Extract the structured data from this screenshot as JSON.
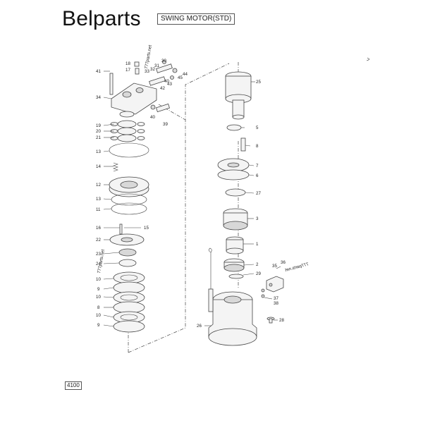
{
  "header": {
    "brand": "Belparts",
    "title": "SWING MOTOR(STD)"
  },
  "footer": {
    "page_code": "4100"
  },
  "watermarks": {
    "left_top": "777parts.net",
    "left_mid": "777parts.net",
    "right": "777parts.net"
  },
  "callouts": {
    "left_column": [
      "41",
      "18",
      "17",
      "34",
      "19",
      "20",
      "21",
      "13",
      "14",
      "12",
      "13",
      "11",
      "16",
      "22",
      "23",
      "24",
      "10",
      "9",
      "10",
      "8",
      "10",
      "9"
    ],
    "right_column": [
      "25",
      "5",
      "8",
      "7",
      "6",
      "27",
      "3",
      "1",
      "2",
      "29",
      "35",
      "36",
      "37",
      "38",
      "28",
      "26"
    ],
    "top_cluster": [
      "30",
      "31",
      "32",
      "33",
      "40",
      "42",
      "43",
      "44",
      "45",
      "40",
      "39",
      "15"
    ]
  }
}
